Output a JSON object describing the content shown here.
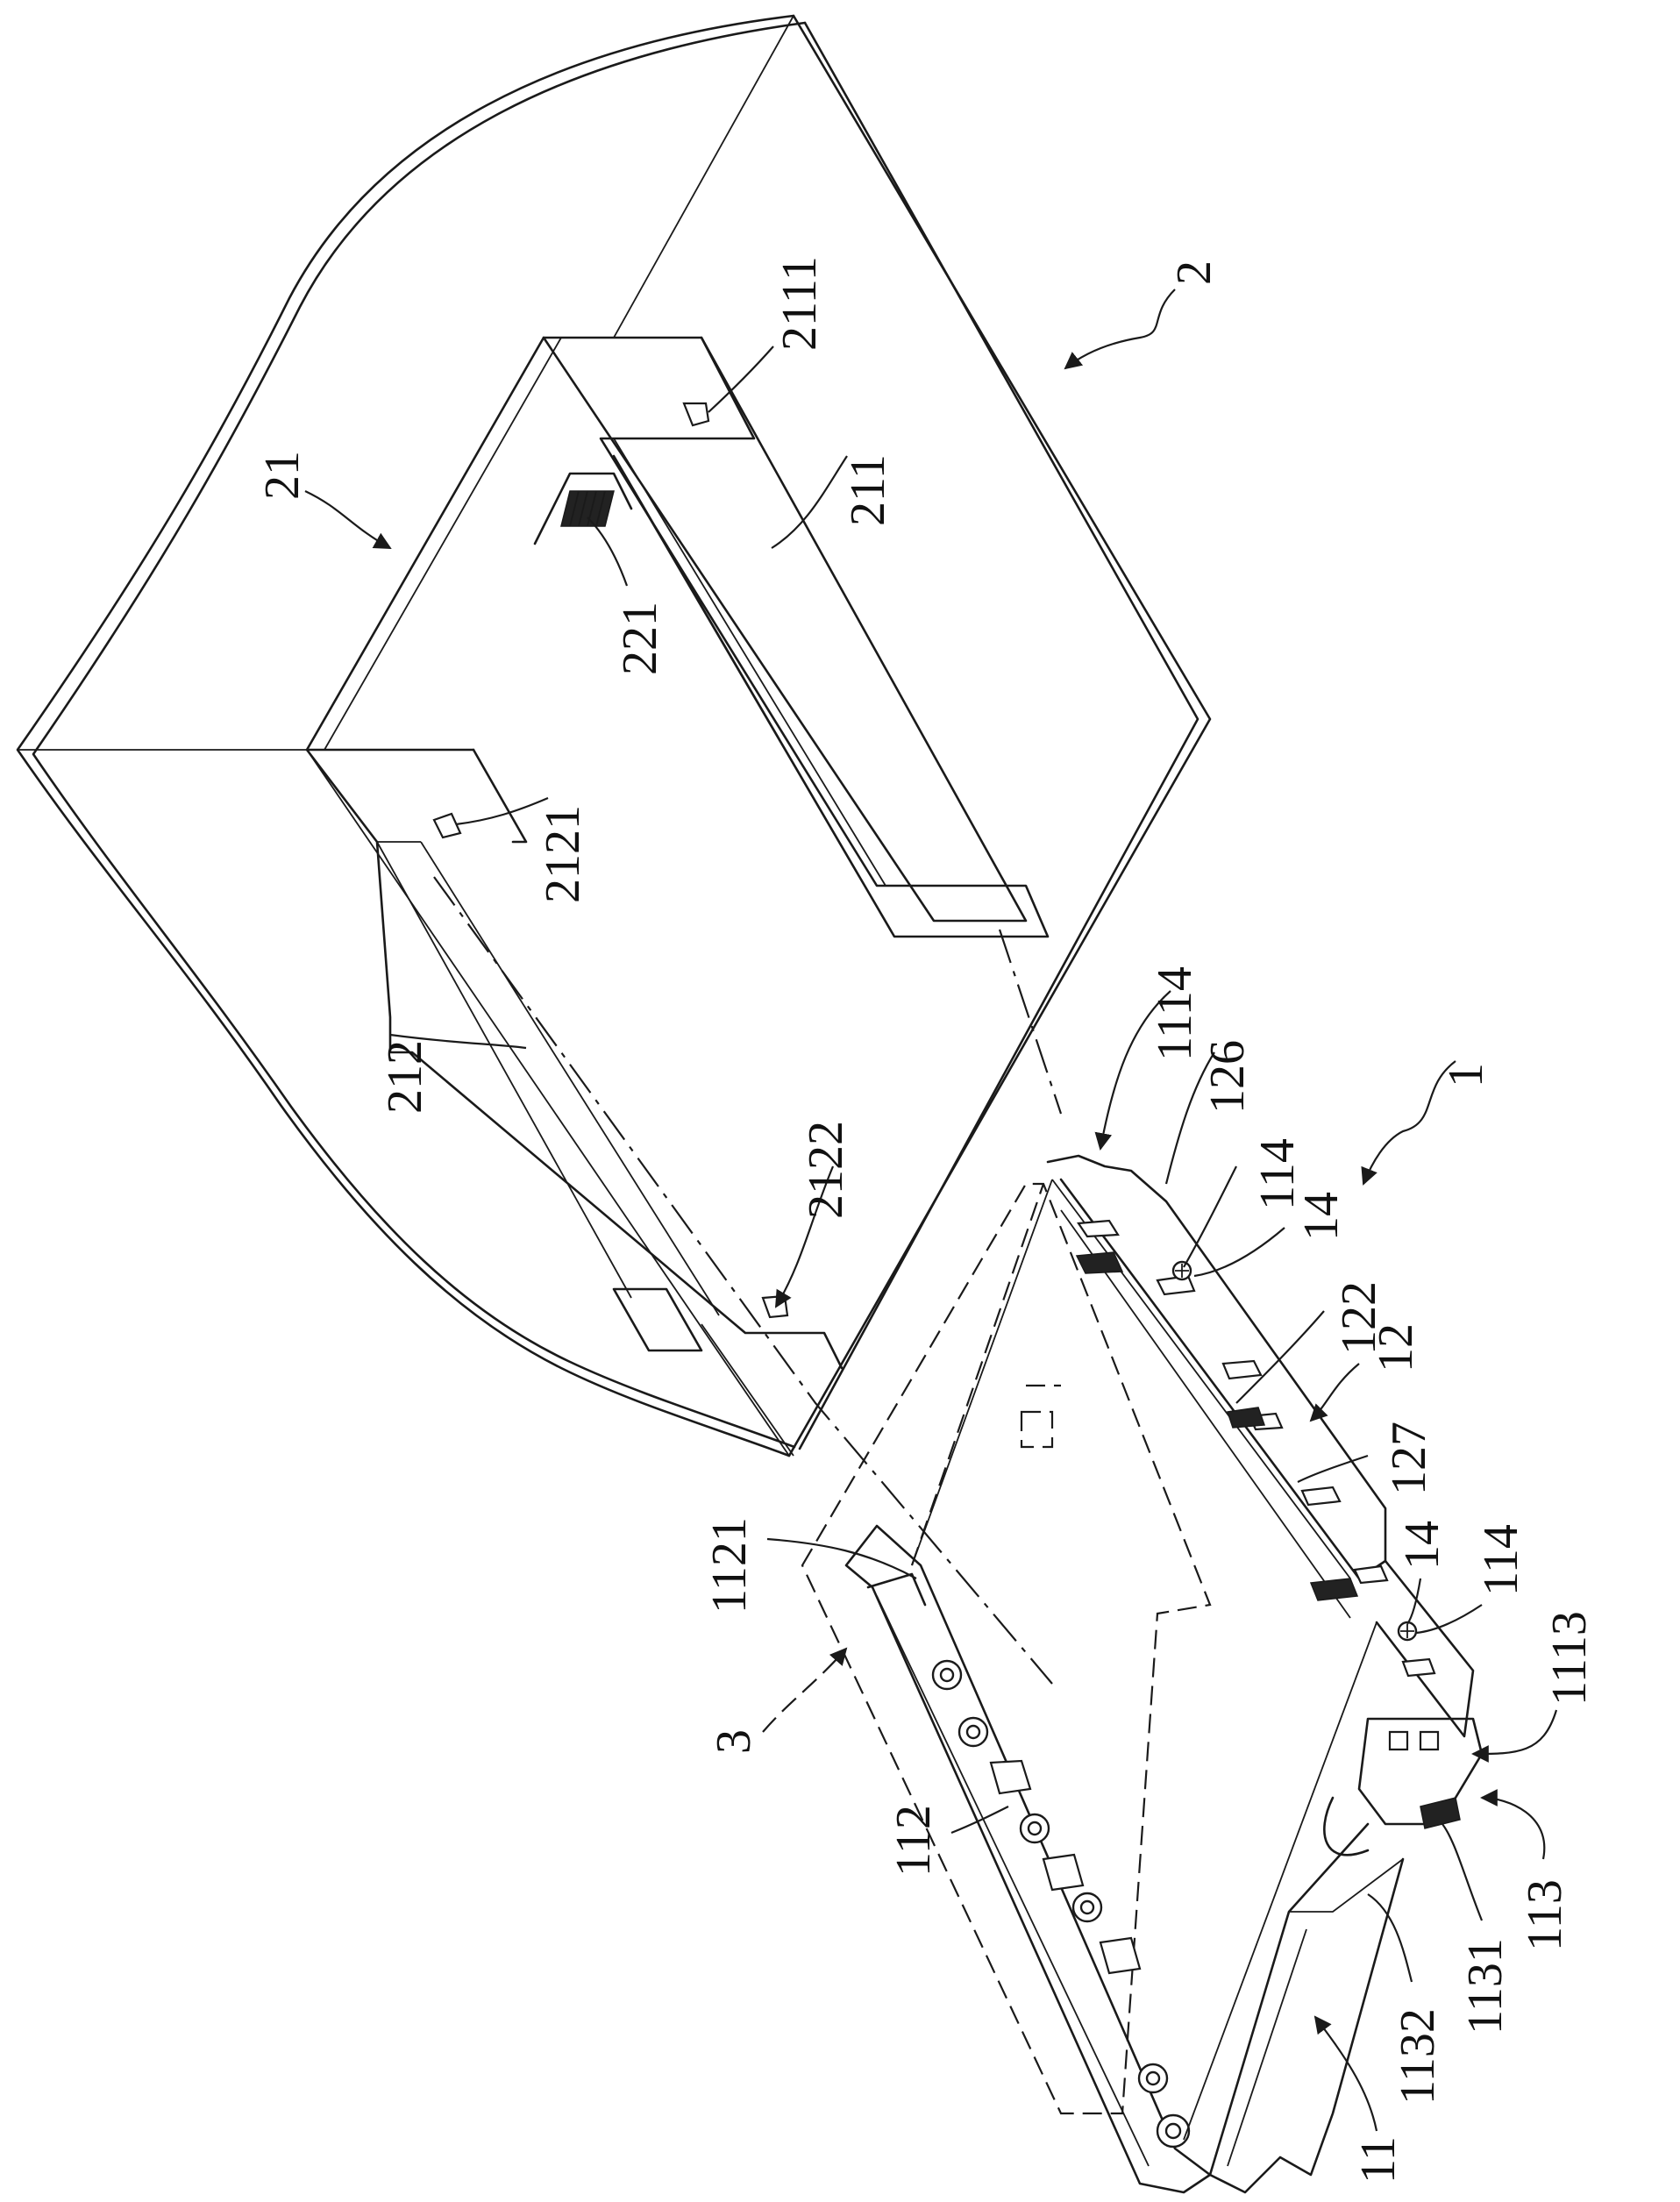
{
  "labels": {
    "l_2": "2",
    "l_21": "21",
    "l_2111": "2111",
    "l_211": "211",
    "l_221": "221",
    "l_2121": "2121",
    "l_212": "212",
    "l_2122": "2122",
    "l_1114": "1114",
    "l_126": "126",
    "l_114a": "114",
    "l_14a": "14",
    "l_1": "1",
    "l_122": "122",
    "l_12": "12",
    "l_127": "127",
    "l_14b": "14",
    "l_114b": "114",
    "l_1113": "1113",
    "l_1121": "1121",
    "l_3": "3",
    "l_112": "112",
    "l_113": "113",
    "l_1131": "1131",
    "l_1132": "1132",
    "l_11": "11"
  }
}
